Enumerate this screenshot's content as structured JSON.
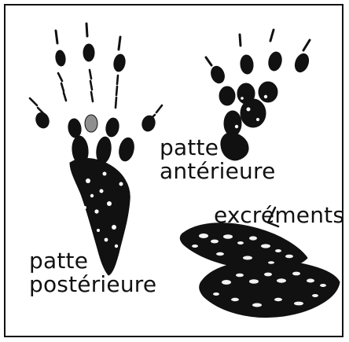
{
  "labels": {
    "anterior_line1": "patte",
    "anterior_line2": "antérieure",
    "posterior_line1": "patte",
    "posterior_line2": "postérieure",
    "excrements": "excréments"
  },
  "colors": {
    "ink": "#111111",
    "paper": "#ffffff",
    "spots": "#f3f3f3"
  }
}
